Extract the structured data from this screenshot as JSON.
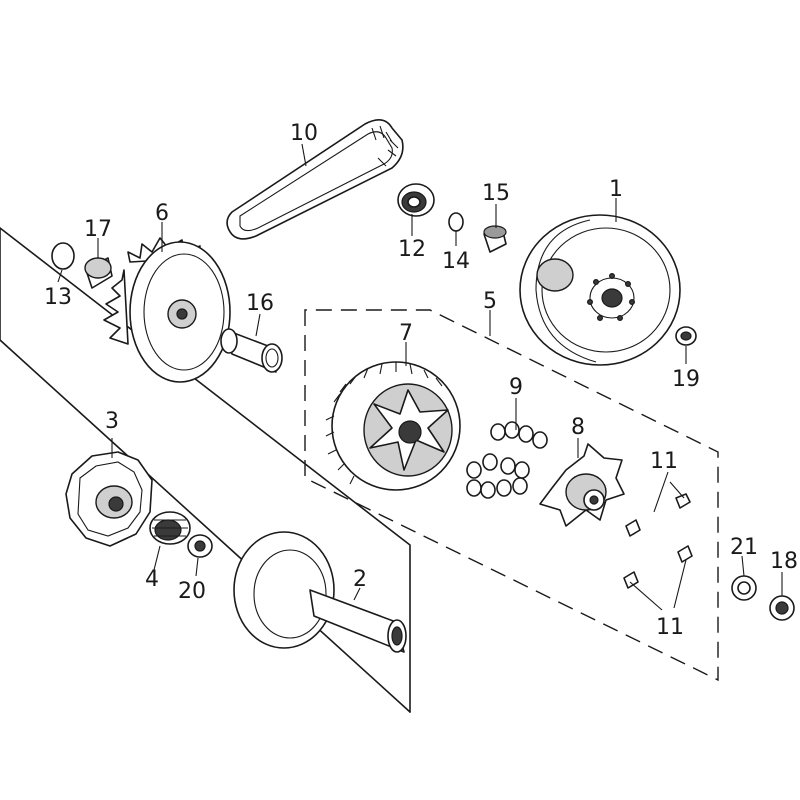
{
  "diagram": {
    "callouts": [
      {
        "id": "c1",
        "label": "1"
      },
      {
        "id": "c2",
        "label": "2"
      },
      {
        "id": "c3",
        "label": "3"
      },
      {
        "id": "c4",
        "label": "4"
      },
      {
        "id": "c5",
        "label": "5"
      },
      {
        "id": "c6",
        "label": "6"
      },
      {
        "id": "c7",
        "label": "7"
      },
      {
        "id": "c8",
        "label": "8"
      },
      {
        "id": "c9",
        "label": "9"
      },
      {
        "id": "c10",
        "label": "10"
      },
      {
        "id": "c11a",
        "label": "11"
      },
      {
        "id": "c11b",
        "label": "11"
      },
      {
        "id": "c12",
        "label": "12"
      },
      {
        "id": "c13",
        "label": "13"
      },
      {
        "id": "c14",
        "label": "14"
      },
      {
        "id": "c15",
        "label": "15"
      },
      {
        "id": "c16",
        "label": "16"
      },
      {
        "id": "c17",
        "label": "17"
      },
      {
        "id": "c18",
        "label": "18"
      },
      {
        "id": "c19",
        "label": "19"
      },
      {
        "id": "c20",
        "label": "20"
      },
      {
        "id": "c21",
        "label": "21"
      }
    ]
  }
}
